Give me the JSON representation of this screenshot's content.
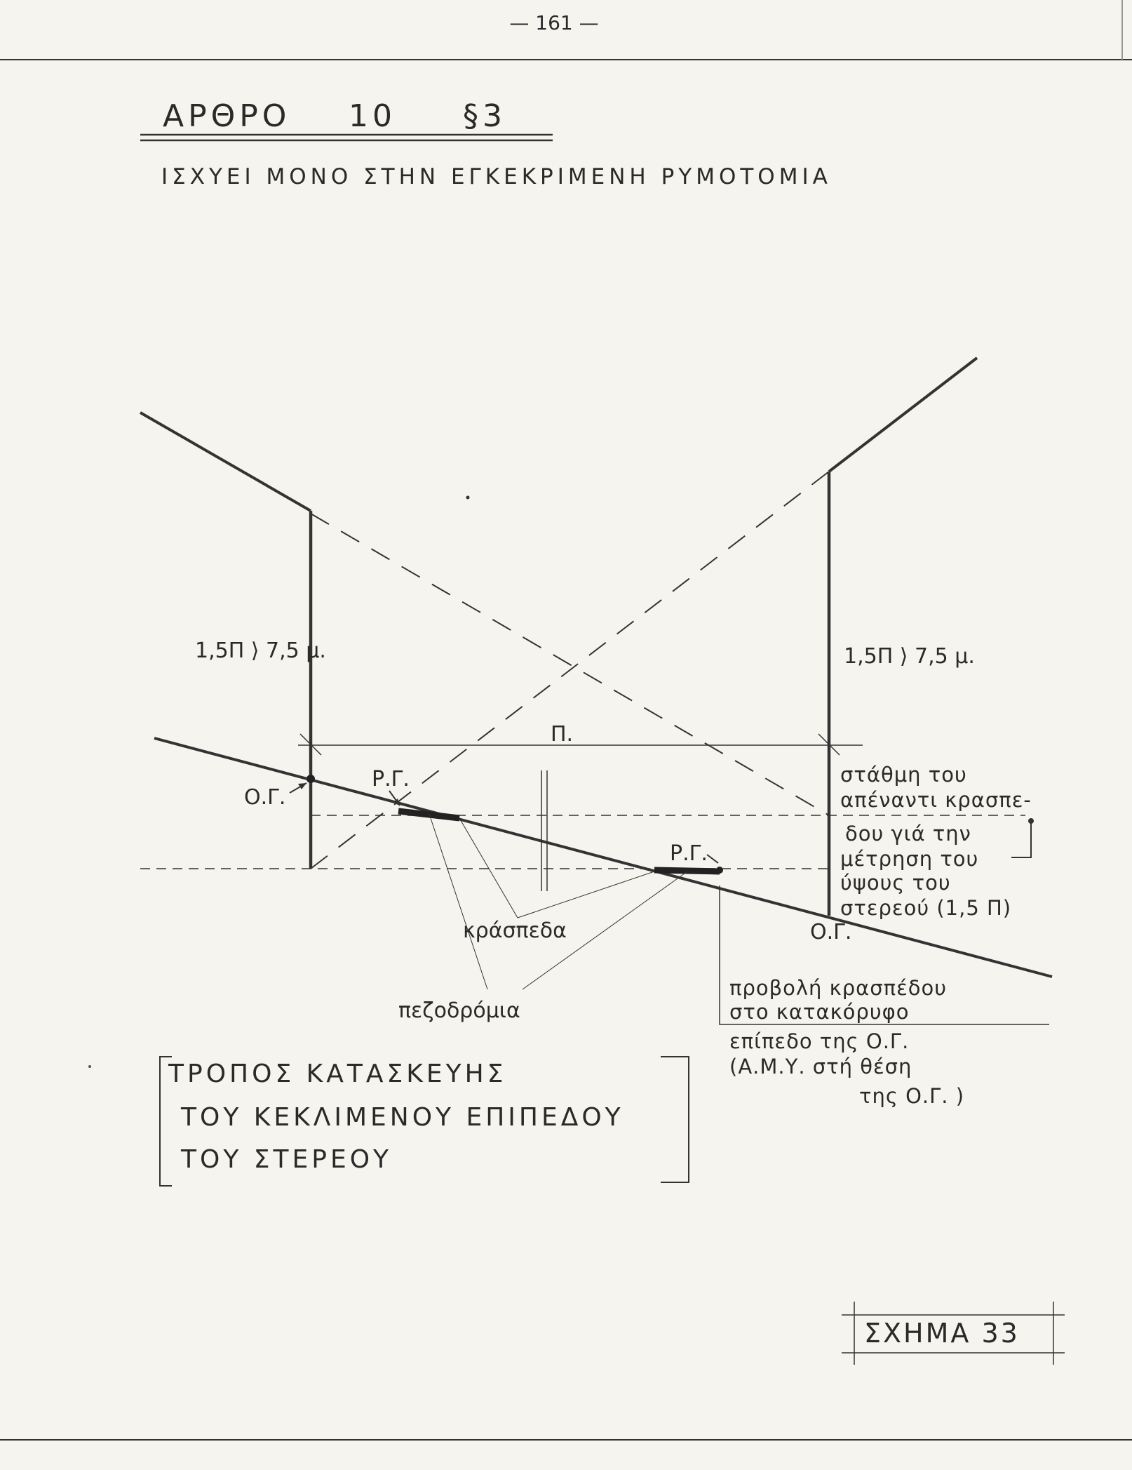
{
  "page_number": "— 161 —",
  "header": {
    "article": "ΑΡΘΡΟ",
    "article_number": "10",
    "section": "§3"
  },
  "subtitle": "ΙΣΧΥΕΙ ΜΟΝΟ ΣΤΗΝ ΕΓΚΕΚΡΙΜΕΝΗ ΡΥΜΟΤΟΜΙΑ",
  "labels": {
    "height_left": "1,5Π ⟩ 7,5 μ.",
    "height_right": "1,5Π ⟩ 7,5 μ.",
    "street_width": "Π.",
    "og_left": "Ο.Γ.",
    "rg_left": "Ρ.Γ.",
    "rg_right": "Ρ.Γ.",
    "og_right": "Ο.Γ.",
    "curbs": "κράσπεδα",
    "sidewalks": "πεζοδρόμια"
  },
  "notes": {
    "right_level": [
      "στάθμη του",
      "απέναντι κρασπε-",
      "δου γιά την",
      "μέτρηση του",
      "ύψους του",
      "στερεού (1,5 Π)"
    ],
    "projection": [
      "προβολή κρασπέδου",
      "στο κατακόρυφο",
      "επίπεδο της Ο.Γ.",
      "(Α.Μ.Υ. στή θέση",
      "της Ο.Γ. )"
    ]
  },
  "caption": [
    "ΤΡΟΠΟΣ ΚΑΤΑΣΚΕΥΗΣ",
    "ΤΟΥ ΚΕΚΛΙΜΕΝΟΥ ΕΠΙΠΕΔΟΥ",
    "ΤΟΥ ΣΤΕΡΕΟΥ"
  ],
  "figure_label": "ΣΧΗΜΑ 33"
}
